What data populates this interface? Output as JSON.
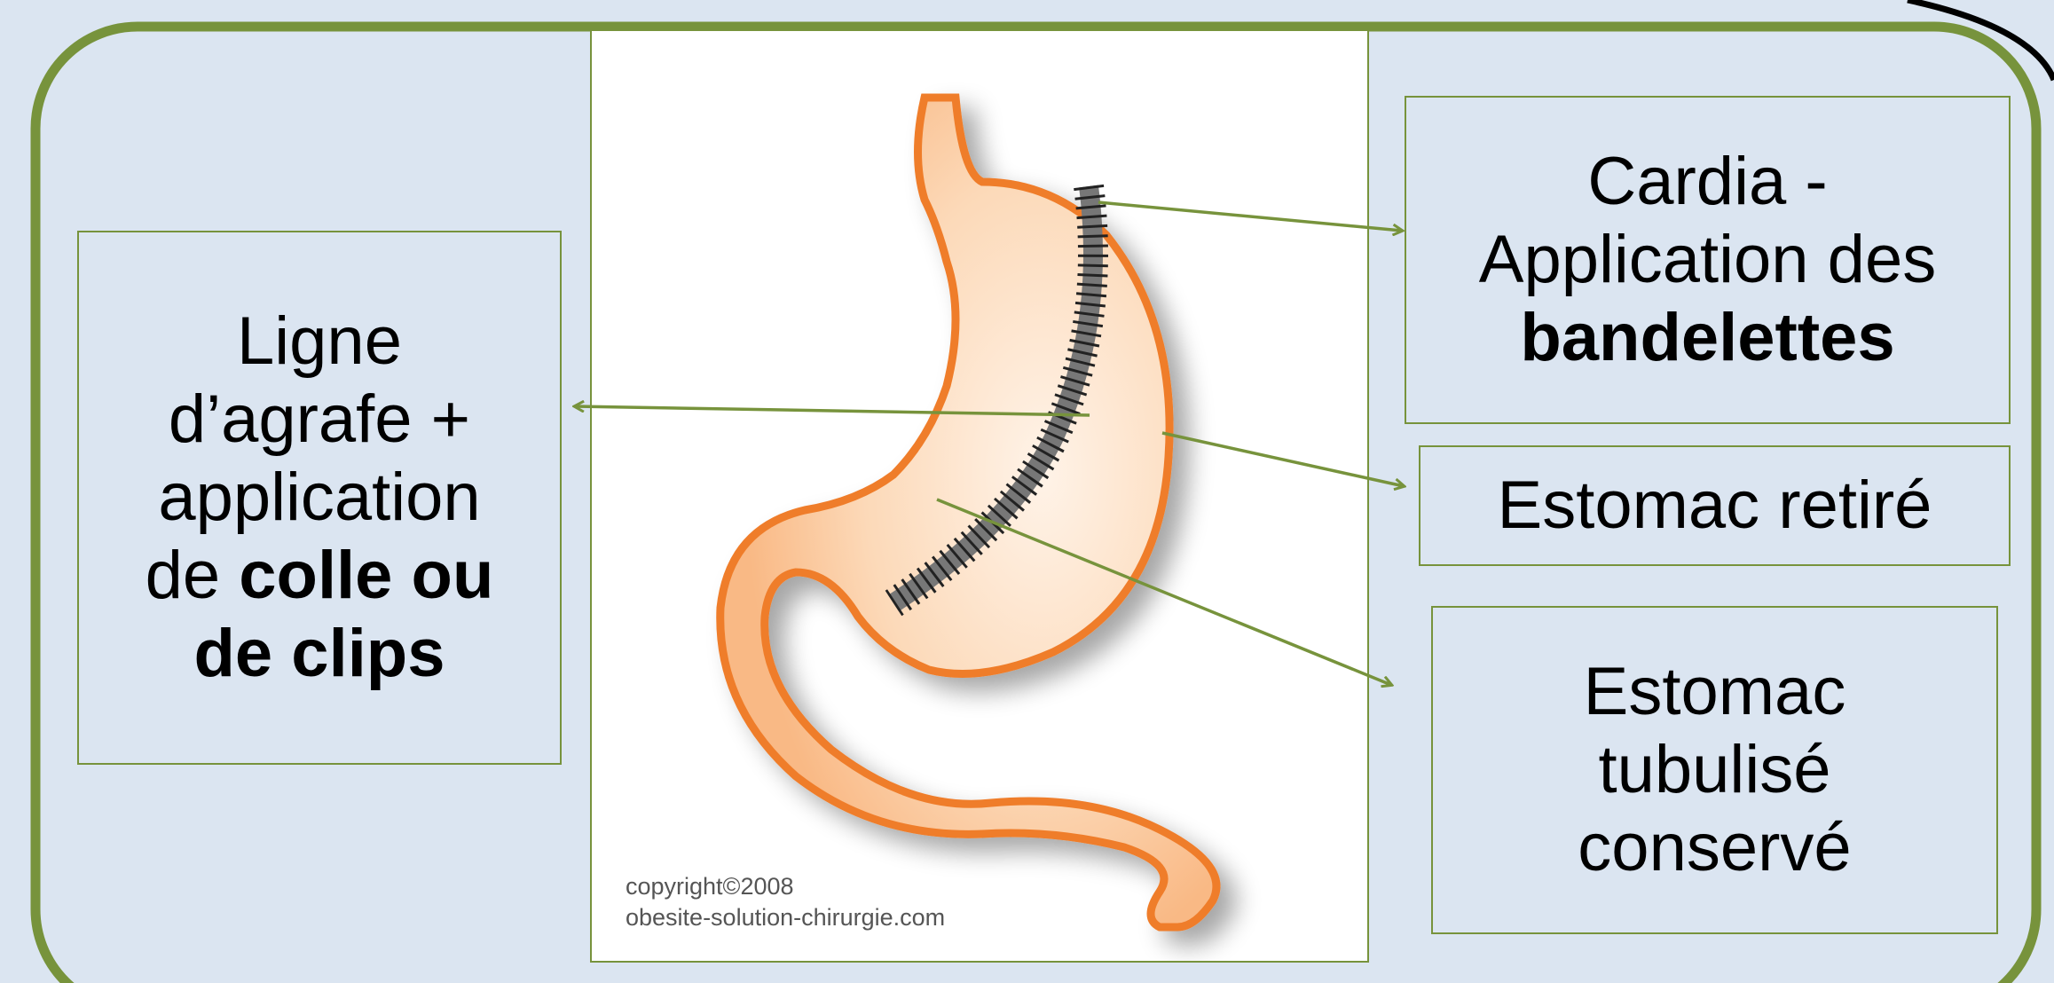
{
  "labels": {
    "left": {
      "line1": "Ligne",
      "line2": "d’agrafe +",
      "line3": "application",
      "line4_plain": "de ",
      "line4_bold": "colle ou",
      "line5_bold": "de clips"
    },
    "cardia": {
      "line1": "Cardia -",
      "line2": "Application des",
      "line3_bold": "bandelettes"
    },
    "retire": {
      "line1": "Estomac retiré"
    },
    "tubulise": {
      "line1": "Estomac",
      "line2": "tubulisé",
      "line3": "conservé"
    }
  },
  "copyright": {
    "line1": "copyright©2008",
    "line2": "obesite-solution-chirurgie.com"
  },
  "colors": {
    "background": "#dbe5f1",
    "frame": "#77933c",
    "arrow": "#77933c",
    "stomach_fill": "#fbd6b3",
    "stomach_outline": "#ef7d2a"
  }
}
